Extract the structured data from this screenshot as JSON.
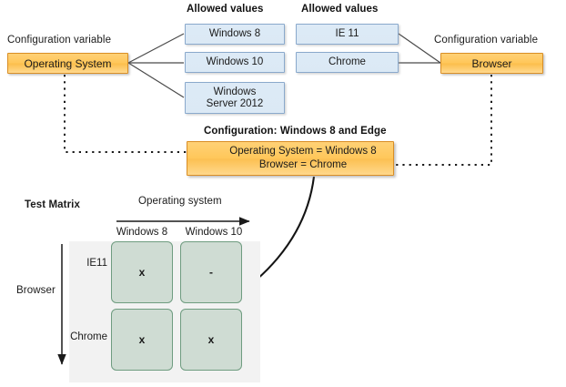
{
  "diagram": {
    "title": "Configuration variables and test matrix",
    "colors": {
      "orange_fill": "#ffc75a",
      "orange_border": "#d98e25",
      "blue_fill": "#dbe9f5",
      "blue_border": "#8aa9cc",
      "cell_fill": "#cfdcd3",
      "cell_border": "#6f9c80",
      "panel_bg": "#f2f2f2",
      "line": "#3a3a3a"
    }
  },
  "left_group": {
    "variable_caption": "Configuration variable",
    "variable_name": "Operating System",
    "allowed_values_heading": "Allowed values",
    "allowed_values": [
      {
        "label": "Windows 8"
      },
      {
        "label": "Windows 10"
      },
      {
        "label": "Windows\nServer 2012"
      }
    ]
  },
  "right_group": {
    "variable_caption": "Configuration variable",
    "variable_name": "Browser",
    "allowed_values_heading": "Allowed values",
    "allowed_values": [
      {
        "label": "IE 11"
      },
      {
        "label": "Chrome"
      }
    ]
  },
  "configuration": {
    "heading": "Configuration: Windows 8 and Edge",
    "lines": [
      "Operating System = Windows 8",
      "Browser = Chrome"
    ],
    "marker_left_icon": "triangle-right-icon",
    "marker_right_icon": "arrow-left-icon"
  },
  "matrix": {
    "title": "Test Matrix",
    "x_axis_label": "Operating system",
    "y_axis_label": "Browser",
    "columns": [
      "Windows 8",
      "Windows 10"
    ],
    "rows": [
      "IE11",
      "Chrome"
    ],
    "cells": [
      [
        "x",
        "-"
      ],
      [
        "x",
        "x"
      ]
    ]
  }
}
